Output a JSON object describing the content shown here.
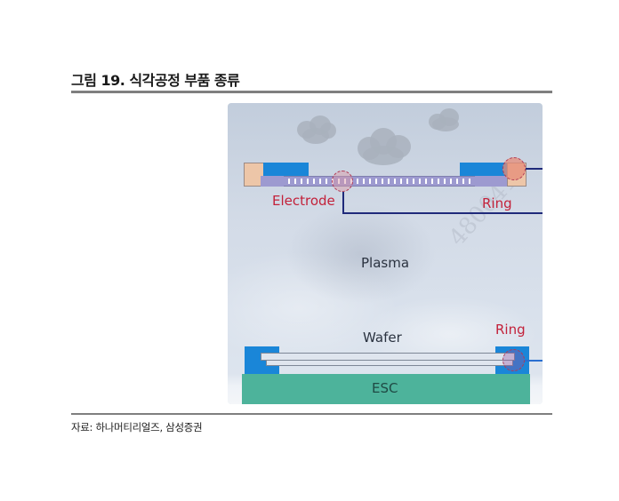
{
  "figure": {
    "title": "그림 19. 식각공정 부품 종류",
    "source": "자료: 하나머티리얼즈, 삼성증권"
  },
  "diagram": {
    "labels": {
      "electrode": "Electrode",
      "ring_upper": "Ring",
      "plasma": "Plasma",
      "wafer": "Wafer",
      "ring_lower": "Ring",
      "esc": "ESC"
    },
    "watermark": "480041",
    "colors": {
      "blue_block": "#1a86d8",
      "peach_block": "#edc6a8",
      "lavender_electrode": "#9d9ad0",
      "esc_green": "#4db39b",
      "label_red": "#c3213a",
      "connector_line": "#1f2a7a",
      "panel_bg": "#d3dbe7"
    }
  }
}
